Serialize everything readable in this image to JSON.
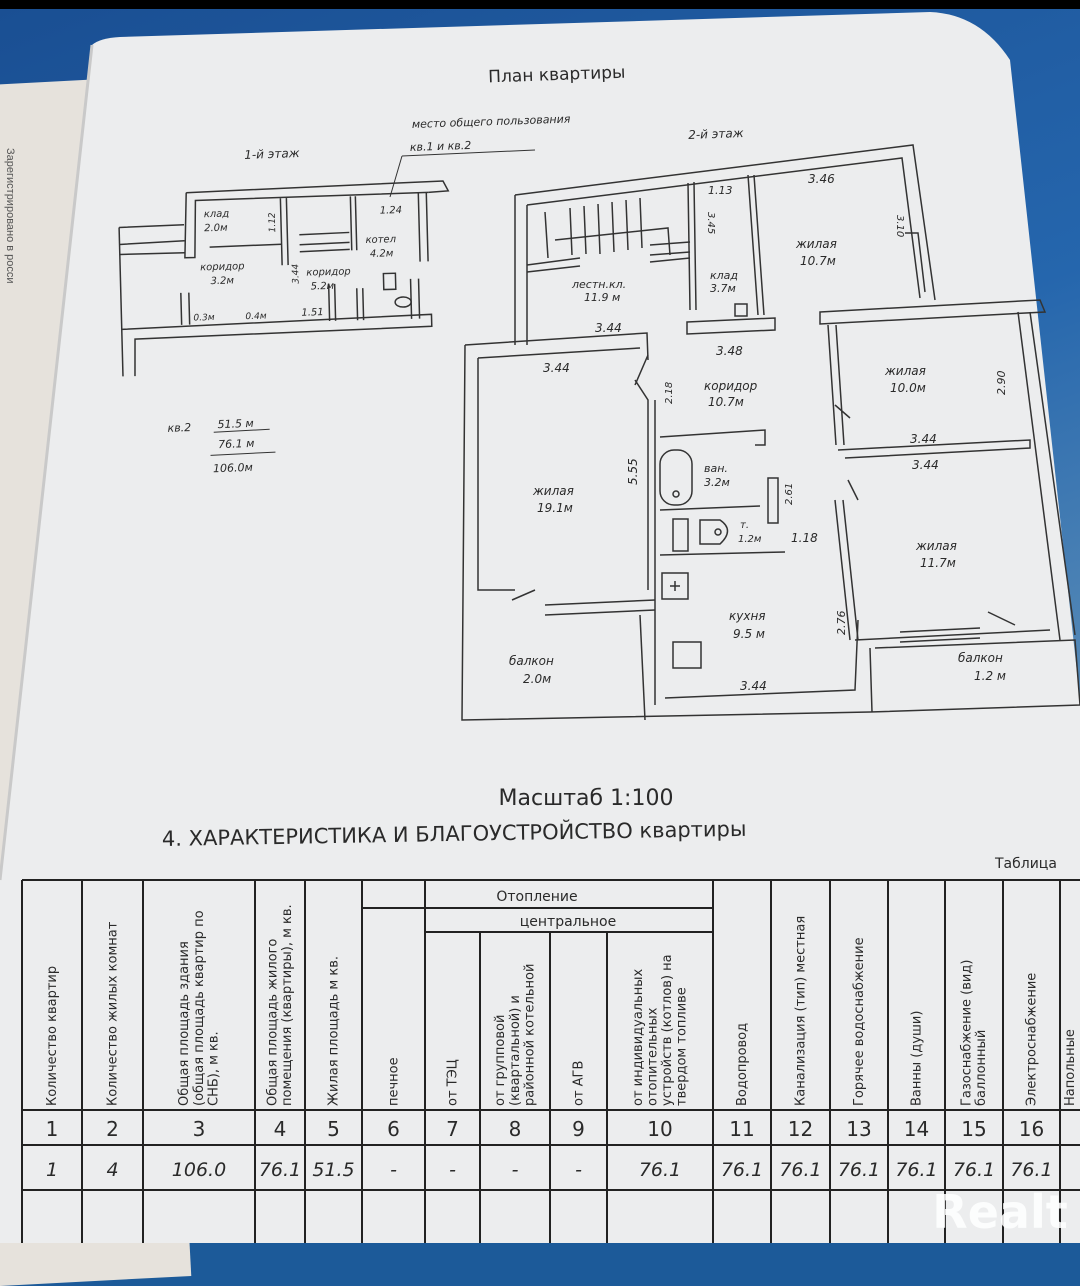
{
  "background": {
    "fabric_color": "#1f5ea5",
    "paper_color": "#ecedee",
    "ink_color": "#2a2a2a"
  },
  "under_sheet": {
    "text": "Зарегистрировано в росси"
  },
  "plan": {
    "title": "План квартиры",
    "floor1_label": "1-й этаж",
    "floor2_label": "2-й этаж",
    "common_area_note_line1": "место общего пользования",
    "common_area_note_line2": "кв.1 и кв.2",
    "floor1": {
      "dims": [
        "1.24",
        "1.12",
        "3.44",
        "1.51"
      ],
      "rooms": [
        {
          "name": "клад",
          "area": "2.0м"
        },
        {
          "name": "коридор",
          "area": "3.2м"
        },
        {
          "name": "коридор",
          "area": "5.2м"
        },
        {
          "name": "котел",
          "area": "4.2м"
        },
        {
          "name": "",
          "area": "0.3м"
        },
        {
          "name": "",
          "area": "0.4м"
        }
      ]
    },
    "floor2": {
      "dims": [
        "1.13",
        "3.46",
        "3.45",
        "3.10",
        "3.44",
        "3.48",
        "3.44",
        "2.18",
        "5.55",
        "2.61",
        "1.18",
        "2.90",
        "3.44",
        "3.44",
        "2.76",
        "3.44"
      ],
      "rooms": [
        {
          "name": "лестн.кл.",
          "area": "11.9 м"
        },
        {
          "name": "клад",
          "area": "3.7м"
        },
        {
          "name": "жилая",
          "area": "10.7м"
        },
        {
          "name": "коридор",
          "area": "10.7м"
        },
        {
          "name": "жилая",
          "area": "10.0м"
        },
        {
          "name": "жилая",
          "area": "19.1м"
        },
        {
          "name": "ван.",
          "area": "3.2м"
        },
        {
          "name": "т.",
          "area": "1.2м"
        },
        {
          "name": "жилая",
          "area": "11.7м"
        },
        {
          "name": "кухня",
          "area": "9.5 м"
        },
        {
          "name": "балкон",
          "area": "2.0м"
        },
        {
          "name": "балкон",
          "area": "1.2 м"
        }
      ]
    },
    "summary": {
      "label": "кв.2",
      "living": "51.5 м",
      "total": "76.1 м",
      "building": "106.0м"
    }
  },
  "scale": "Масштаб 1:100",
  "section_title": "4. ХАРАКТЕРИСТИКА И БЛАГОУСТРОЙСТВО квартиры",
  "table_label": "Таблица",
  "table": {
    "group_heating": "Отопление",
    "group_central": "центральное",
    "headers": [
      "Количество квартир",
      "Количество жилых комнат",
      "Общая площадь здания (общая площадь квартир по СНБ), м кв.",
      "Общая площадь жилого помещения (квартиры), м кв.",
      "Жилая площадь м кв.",
      "печное",
      "от ТЭЦ",
      "от групповой (квартальной) и районной котельной",
      "от АГВ",
      "от индивидуальных отопительных устройств (котлов) на твердом топливе",
      "Водопровод",
      "Канализация (тип) местная",
      "Горячее водоснабжение",
      "Ванны (души)",
      "Газоснабжение (вид) баллонный",
      "Электроснабжение",
      "Напольные"
    ],
    "column_numbers": [
      "1",
      "2",
      "3",
      "4",
      "5",
      "6",
      "7",
      "8",
      "9",
      "10",
      "11",
      "12",
      "13",
      "14",
      "15",
      "16"
    ],
    "row": [
      "1",
      "4",
      "106.0",
      "76.1",
      "51.5",
      "-",
      "-",
      "-",
      "-",
      "76.1",
      "76.1",
      "76.1",
      "76.1",
      "76.1",
      "76.1",
      "76.1"
    ]
  },
  "watermark": "Realt"
}
